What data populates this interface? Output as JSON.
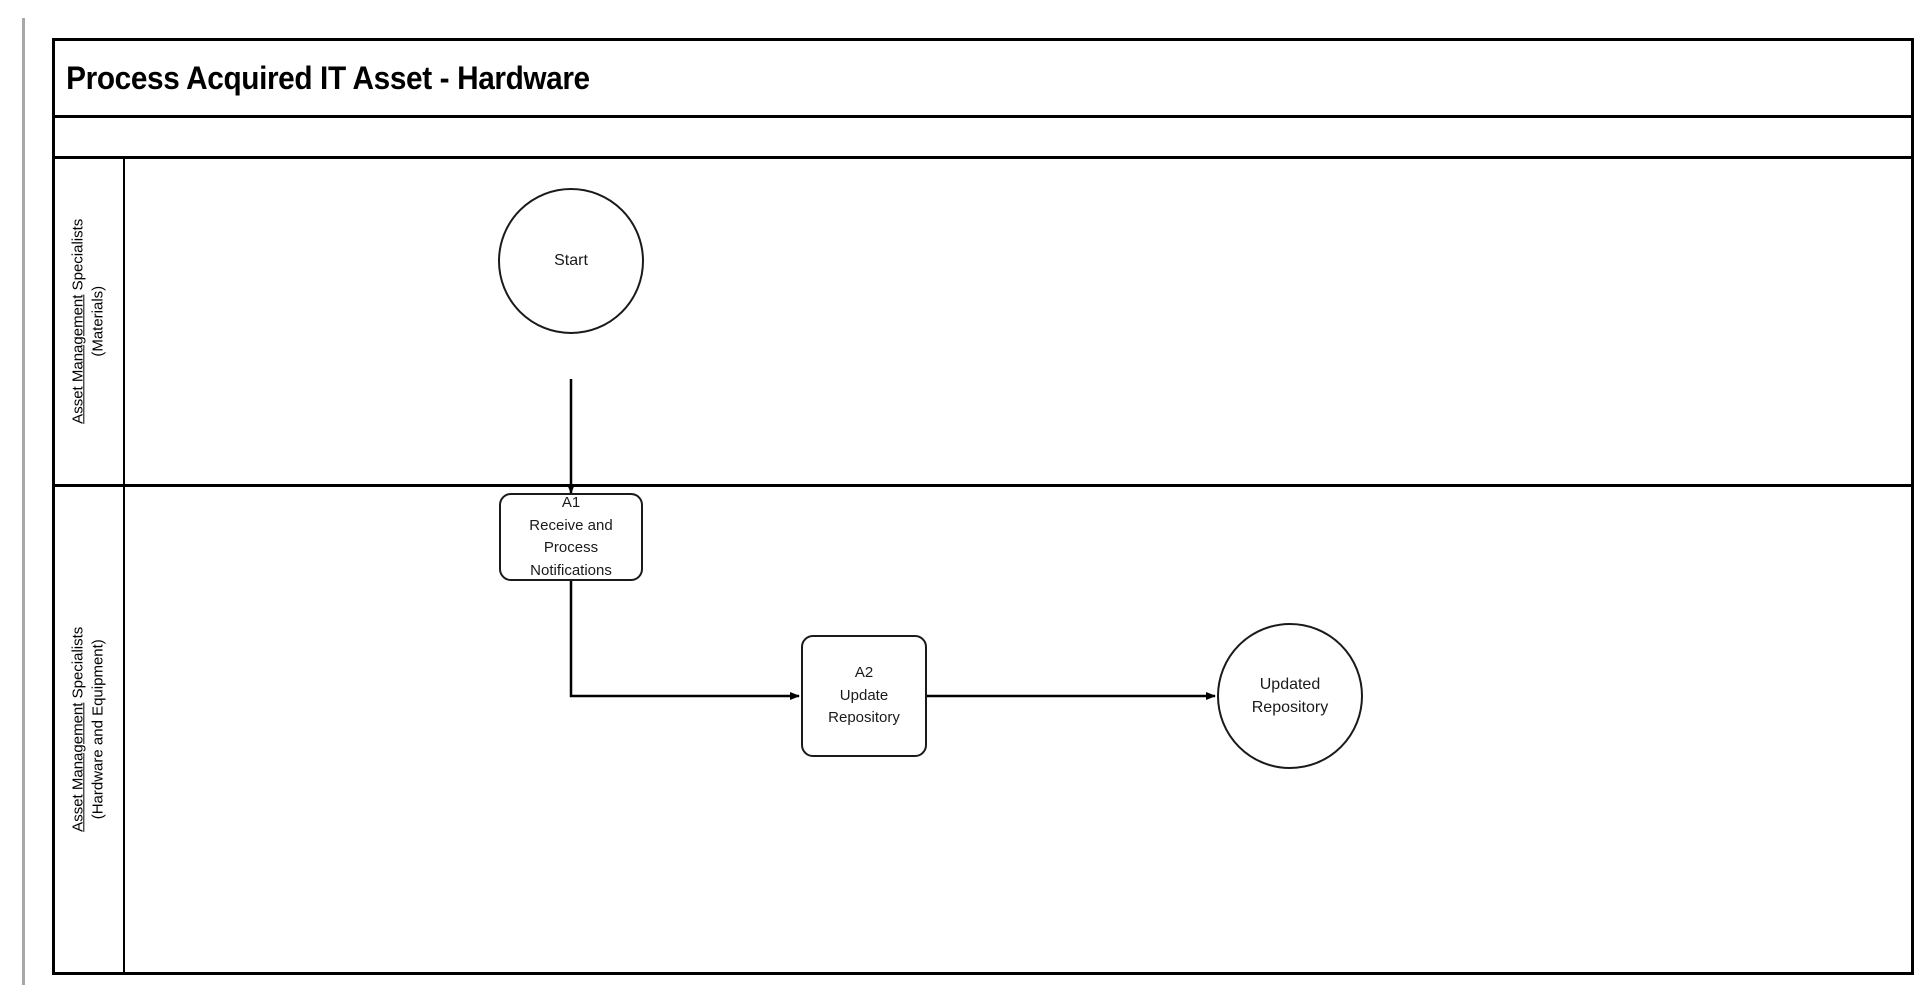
{
  "diagram": {
    "title": "Process Acquired IT Asset - Hardware",
    "subheader": "",
    "type": "swimlane-flowchart",
    "colors": {
      "frame": "#000000",
      "shape_stroke": "#1a1a1a",
      "background": "#ffffff",
      "left_rule": "#a8a8a8"
    },
    "lanes": [
      {
        "id": "lane-materials",
        "label_line1": "Asset Management Specialists",
        "label_line2": "(Materials)",
        "label_underlined_part": "Asset Management"
      },
      {
        "id": "lane-hardware",
        "label_line1": "Asset Management Specialists",
        "label_line2": "(Hardware and Equipment)",
        "label_underlined_part": "Asset Management"
      }
    ],
    "nodes": [
      {
        "id": "start",
        "shape": "circle",
        "lane": "lane-materials",
        "label": "Start"
      },
      {
        "id": "a1",
        "shape": "rounded-rect",
        "lane": "lane-materials",
        "code": "A1",
        "label": "A1\nReceive and\nProcess\nNotifications"
      },
      {
        "id": "a2",
        "shape": "rounded-rect",
        "lane": "lane-hardware",
        "code": "A2",
        "label": "A2\nUpdate\nRepository"
      },
      {
        "id": "end",
        "shape": "circle",
        "lane": "lane-hardware",
        "label": "Updated\nRepository"
      }
    ],
    "connectors": [
      {
        "id": "start-to-a1",
        "from": "start",
        "to": "a1",
        "style": "straight-vertical",
        "arrow": true
      },
      {
        "id": "a1-to-a2",
        "from": "a1",
        "to": "a2",
        "style": "elbow-down-right",
        "arrow": true
      },
      {
        "id": "a2-to-end",
        "from": "a2",
        "to": "end",
        "style": "straight-horizontal",
        "arrow": true
      }
    ]
  }
}
